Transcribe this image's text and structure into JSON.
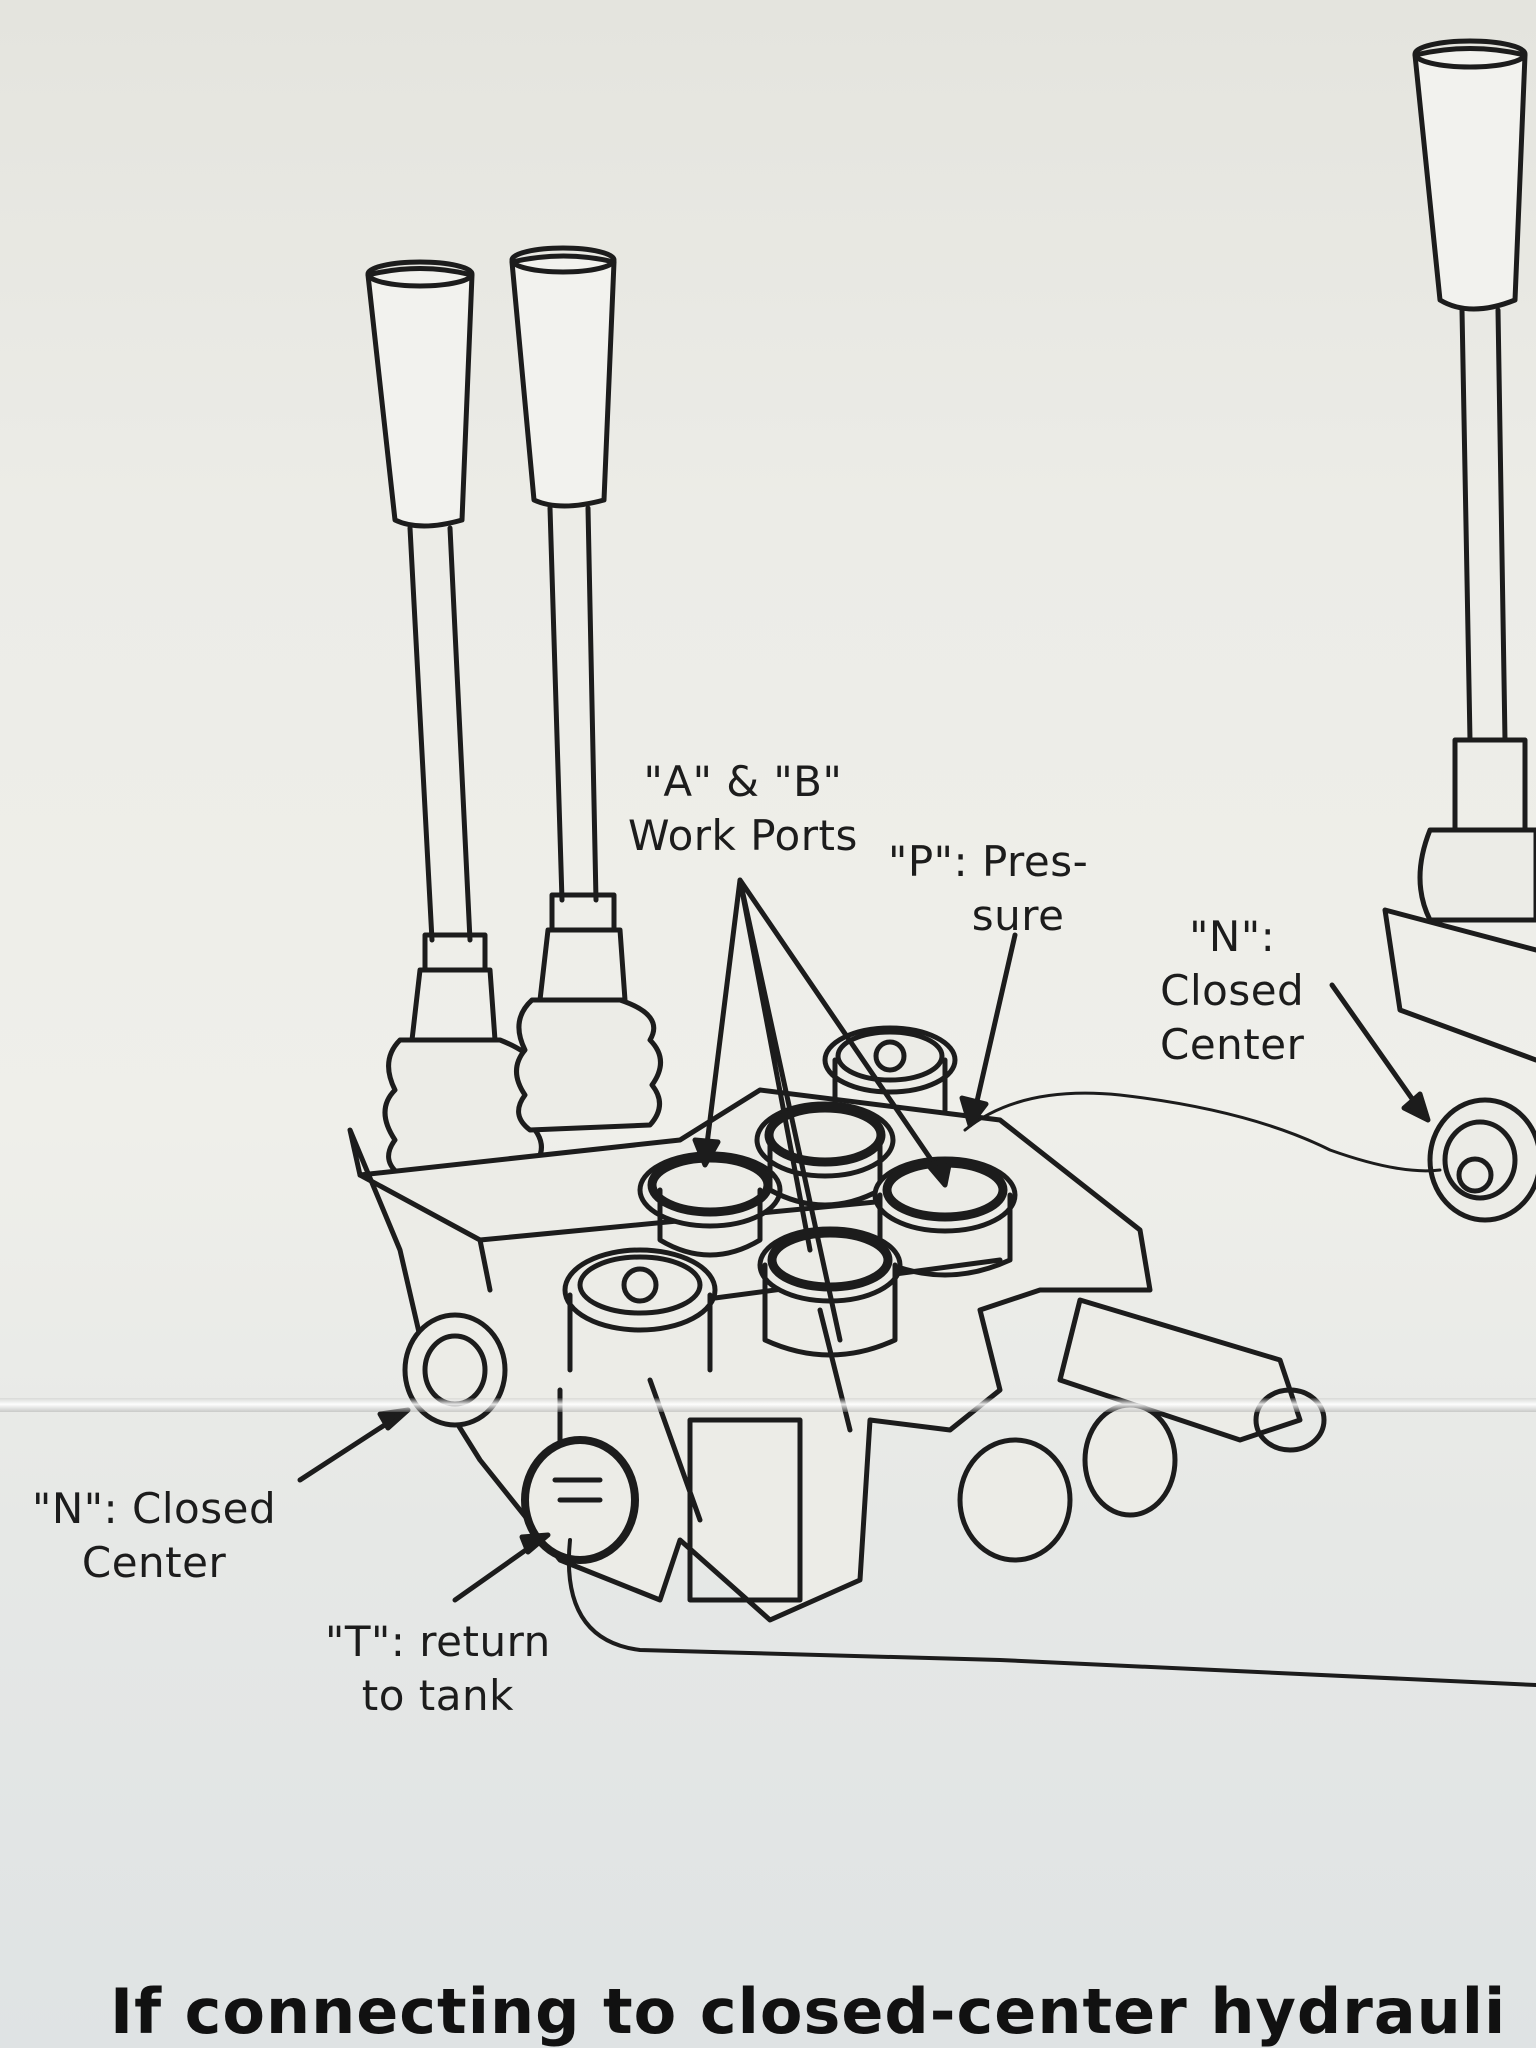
{
  "labels": {
    "work_ports": {
      "line1": "\"A\" & \"B\"",
      "line2": "Work Ports"
    },
    "pressure": {
      "line1": "\"P\": Pres-",
      "line2": "sure"
    },
    "n_closed_center_right": {
      "line1": "\"N\":",
      "line2": "Closed",
      "line3": "Center"
    },
    "n_closed_center_left": {
      "line1": "\"N\": Closed",
      "line2": "Center"
    },
    "t_return": {
      "line1": "\"T\": return",
      "line2": "to tank"
    }
  },
  "footer_text": "If connecting to closed-center hydrauli",
  "colors": {
    "ink": "#1c1c1c",
    "paper": "#ecece7"
  }
}
